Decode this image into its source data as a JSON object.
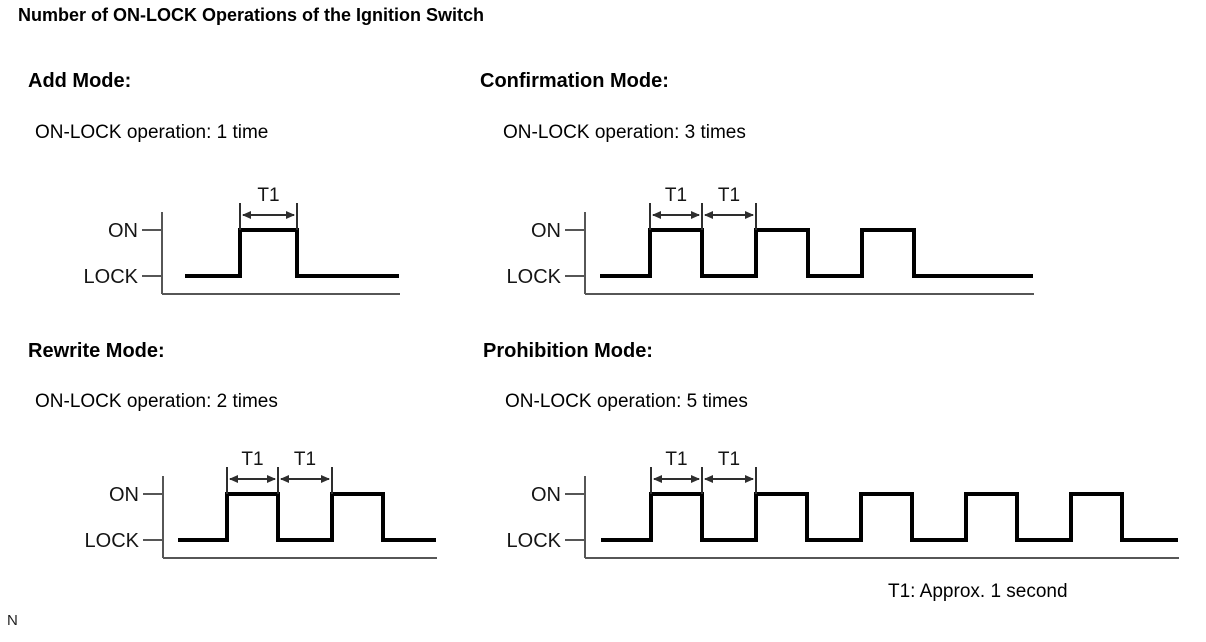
{
  "title": "Number of ON-LOCK Operations of the Ignition Switch",
  "footnote": "T1: Approx. 1 second",
  "page_marker": "N",
  "axis_labels": {
    "on": "ON",
    "lock": "LOCK"
  },
  "t1_label": "T1",
  "colors": {
    "text": "#000000",
    "waveform": "#000000",
    "axis_line": "#565656",
    "dimension_line": "#2e2e2e",
    "background": "#ffffff"
  },
  "modes": [
    {
      "id": "add",
      "title": "Add Mode:",
      "operation": "ON-LOCK operation: 1 time",
      "pulse_count": 1,
      "t1_annotations": [
        "pulse"
      ],
      "levels": [
        "ON",
        "LOCK"
      ]
    },
    {
      "id": "confirmation",
      "title": "Confirmation Mode:",
      "operation": "ON-LOCK operation: 3 times",
      "pulse_count": 3,
      "t1_annotations": [
        "pulse",
        "gap"
      ],
      "levels": [
        "ON",
        "LOCK"
      ]
    },
    {
      "id": "rewrite",
      "title": "Rewrite Mode:",
      "operation": "ON-LOCK operation: 2 times",
      "pulse_count": 2,
      "t1_annotations": [
        "pulse",
        "gap"
      ],
      "levels": [
        "ON",
        "LOCK"
      ]
    },
    {
      "id": "prohibition",
      "title": "Prohibition Mode:",
      "operation": "ON-LOCK operation: 5 times",
      "pulse_count": 5,
      "t1_annotations": [
        "pulse",
        "gap"
      ],
      "levels": [
        "ON",
        "LOCK"
      ]
    }
  ]
}
